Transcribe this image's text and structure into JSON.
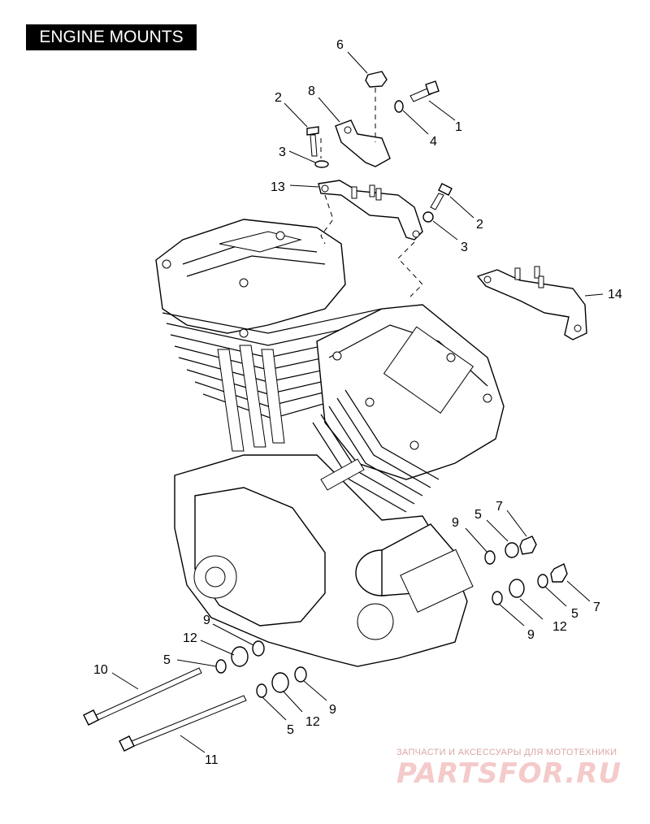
{
  "title": "ENGINE MOUNTS",
  "watermark": {
    "tagline": "ЗАПЧАСТИ И АКСЕССУАРЫ ДЛЯ МОТОТЕХНИКИ",
    "brand": "PARTSFOR.RU"
  },
  "callouts": [
    "6",
    "8",
    "2",
    "1",
    "3",
    "4",
    "13",
    "2",
    "3",
    "14",
    "9",
    "5",
    "7",
    "7",
    "5",
    "12",
    "9",
    "9",
    "12",
    "5",
    "10",
    "9",
    "12",
    "5",
    "11"
  ]
}
